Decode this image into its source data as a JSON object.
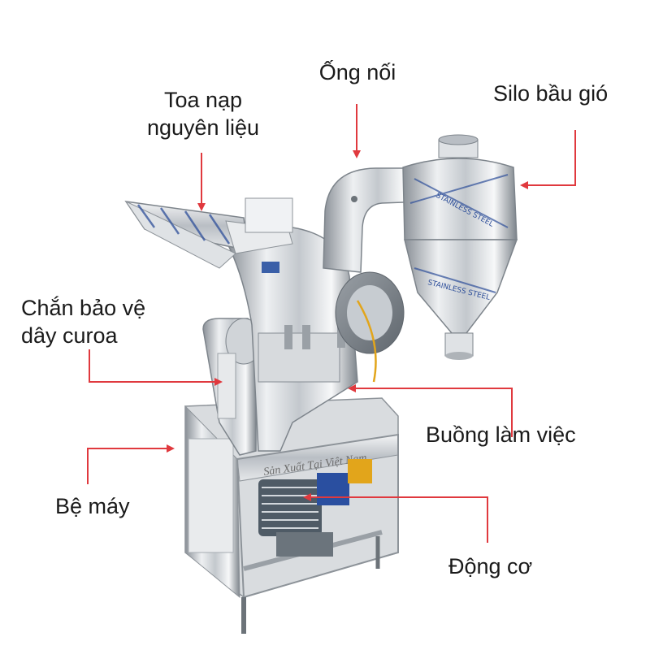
{
  "labels": {
    "hopper": [
      "Toa nạp",
      "nguyên liệu"
    ],
    "duct": "Ống nối",
    "silo": "Silo bầu gió",
    "belt_guard": [
      "Chắn bảo vệ",
      "dây curoa"
    ],
    "chamber": "Buồng làm việc",
    "base": "Bệ máy",
    "motor": "Động cơ"
  },
  "machine_text": {
    "plate": "Sản Xuất Tại Việt Nam",
    "silo_print": "STAINLESS STEEL"
  },
  "colors": {
    "arrow": "#e0393e",
    "label": "#1a1a1a",
    "steel_light": "#eef0f2",
    "steel_mid": "#c3c8cd",
    "steel_dark": "#7d848b",
    "motor": "#4f5b66",
    "background": "#ffffff"
  }
}
